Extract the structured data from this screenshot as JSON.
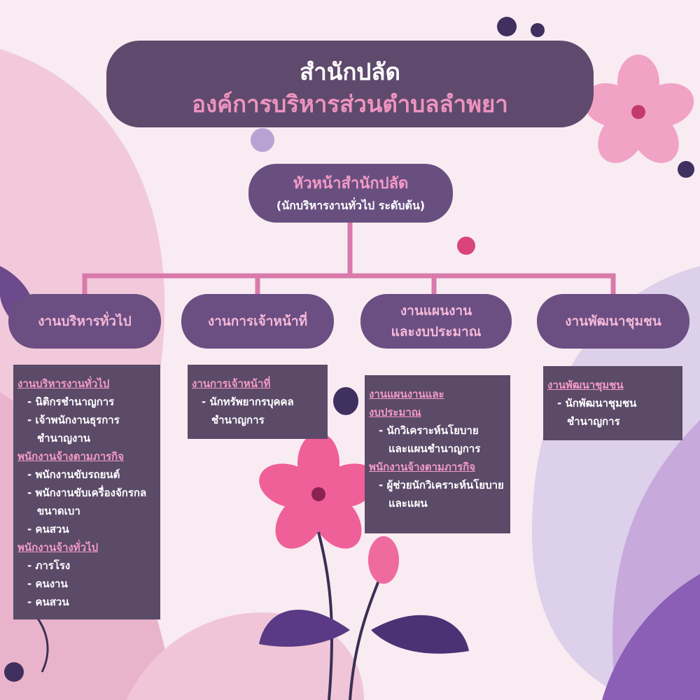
{
  "title": {
    "line1": "สำนักปลัด",
    "line2": "องค์การบริหารส่วนตำบลลำพยา"
  },
  "head": {
    "title": "หัวหน้าสำนักปลัด",
    "subtitle": "(นักบริหารงานทั่วไป ระดับต้น)"
  },
  "departments": [
    {
      "lines": [
        "งานบริหารทั่วไป"
      ]
    },
    {
      "lines": [
        "งานการเจ้าหน้าที่"
      ]
    },
    {
      "lines": [
        "งานแผนงาน",
        "และงบประมาณ"
      ]
    },
    {
      "lines": [
        "งานพัฒนาชุมชน"
      ]
    }
  ],
  "panels": [
    {
      "rows": [
        {
          "t": "h",
          "text": "งานบริหารงานทั่วไป"
        },
        {
          "t": "i",
          "text": "- นิติกรชำนาญการ"
        },
        {
          "t": "i",
          "text": "- เจ้าพนักงานธุรการ"
        },
        {
          "t": "c",
          "text": "ชำนาญงาน"
        },
        {
          "t": "h",
          "text": "พนักงานจ้างตามภารกิจ"
        },
        {
          "t": "i",
          "text": "- พนักงานขับรถยนต์"
        },
        {
          "t": "i",
          "text": "- พนักงานขับเครื่องจักรกล"
        },
        {
          "t": "c",
          "text": "ขนาดเบา"
        },
        {
          "t": "i",
          "text": "- คนสวน"
        },
        {
          "t": "h",
          "text": "พนักงานจ้างทั่วไป"
        },
        {
          "t": "i",
          "text": "- ภารโรง"
        },
        {
          "t": "i",
          "text": "- คนงาน"
        },
        {
          "t": "i",
          "text": "- คนสวน"
        }
      ]
    },
    {
      "rows": [
        {
          "t": "h",
          "text": "งานการเจ้าหน้าที่"
        },
        {
          "t": "i",
          "text": "- นักทรัพยากรบุคคล"
        },
        {
          "t": "c",
          "text": "ชำนาญการ"
        }
      ]
    },
    {
      "rows": [
        {
          "t": "h",
          "text": "งานแผนงานและ"
        },
        {
          "t": "h",
          "text": "งบประมาณ"
        },
        {
          "t": "i",
          "text": "- นักวิเคราะห์นโยบาย"
        },
        {
          "t": "c",
          "text": "และแผนชำนาญการ"
        },
        {
          "t": "h",
          "text": "พนักงานจ้างตามภารกิจ"
        },
        {
          "t": "i",
          "text": "- ผู้ช่วยนักวิเคราะห์นโยบาย"
        },
        {
          "t": "c",
          "text": "และแผน"
        }
      ]
    },
    {
      "rows": [
        {
          "t": "h",
          "text": "งานพัฒนาชุมชน"
        },
        {
          "t": "i",
          "text": "- นักพัฒนาชุมชน"
        },
        {
          "t": "c",
          "text": "ชำนาญการ"
        }
      ]
    }
  ],
  "colors": {
    "title_bg": "#5f4a6d",
    "box_bg": "#6b4f82",
    "panel_bg": "#5b4a68",
    "accent_pink": "#f39ac6",
    "connector": "#d97aab"
  }
}
